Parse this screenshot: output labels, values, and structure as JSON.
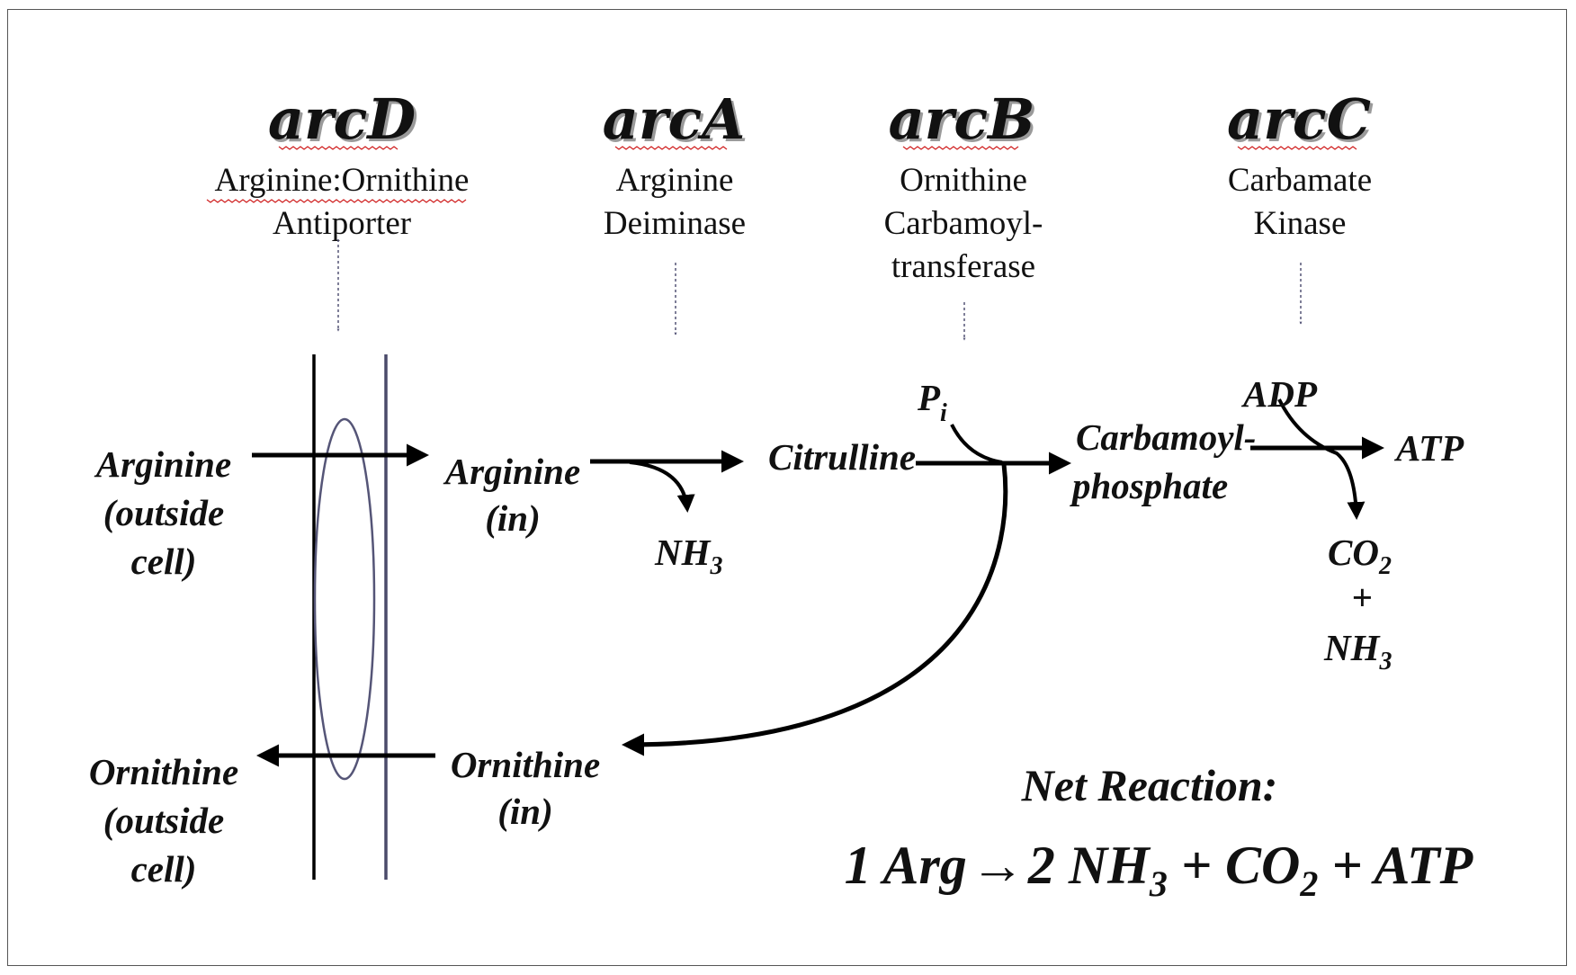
{
  "genes": [
    {
      "id": "arcD",
      "label": "arcD",
      "enzyme_lines": [
        "Arginine:Ornithine",
        "Antiporter"
      ]
    },
    {
      "id": "arcA",
      "label": "arcA",
      "enzyme_lines": [
        "Arginine",
        "Deiminase"
      ]
    },
    {
      "id": "arcB",
      "label": "arcB",
      "enzyme_lines": [
        "Ornithine",
        "Carbamoyl-",
        "transferase"
      ]
    },
    {
      "id": "arcC",
      "label": "arcC",
      "enzyme_lines": [
        "Carbamate",
        "Kinase"
      ]
    }
  ],
  "molecules": {
    "arginine_outside": [
      "Arginine",
      "(outside",
      "cell)"
    ],
    "arginine_in": [
      "Arginine",
      "(in)"
    ],
    "citrulline": "Citrulline",
    "nh3_a": {
      "main": "NH",
      "sub": "3"
    },
    "pi": {
      "main": "P",
      "sub": "i"
    },
    "carbamoyl_phosphate": [
      "Carbamoyl-",
      "phosphate"
    ],
    "adp": "ADP",
    "atp": "ATP",
    "co2": {
      "main": "CO",
      "sub": "2"
    },
    "plus": "+",
    "nh3_c": {
      "main": "NH",
      "sub": "3"
    },
    "ornithine_in": [
      "Ornithine",
      "(in)"
    ],
    "ornithine_outside": [
      "Ornithine",
      "(outside",
      "cell)"
    ]
  },
  "net_reaction": {
    "title": "Net Reaction:",
    "equation": {
      "lhs": "1 Arg",
      "arrow": "→",
      "p1": "2 NH",
      "p1_sub": "3",
      "p2": " + CO",
      "p2_sub": "2",
      "p3": " + ATP"
    }
  },
  "colors": {
    "arrow": "#000000",
    "dotted": "#555577",
    "membrane_right": "#4a4a6a",
    "transporter": "#555577"
  }
}
